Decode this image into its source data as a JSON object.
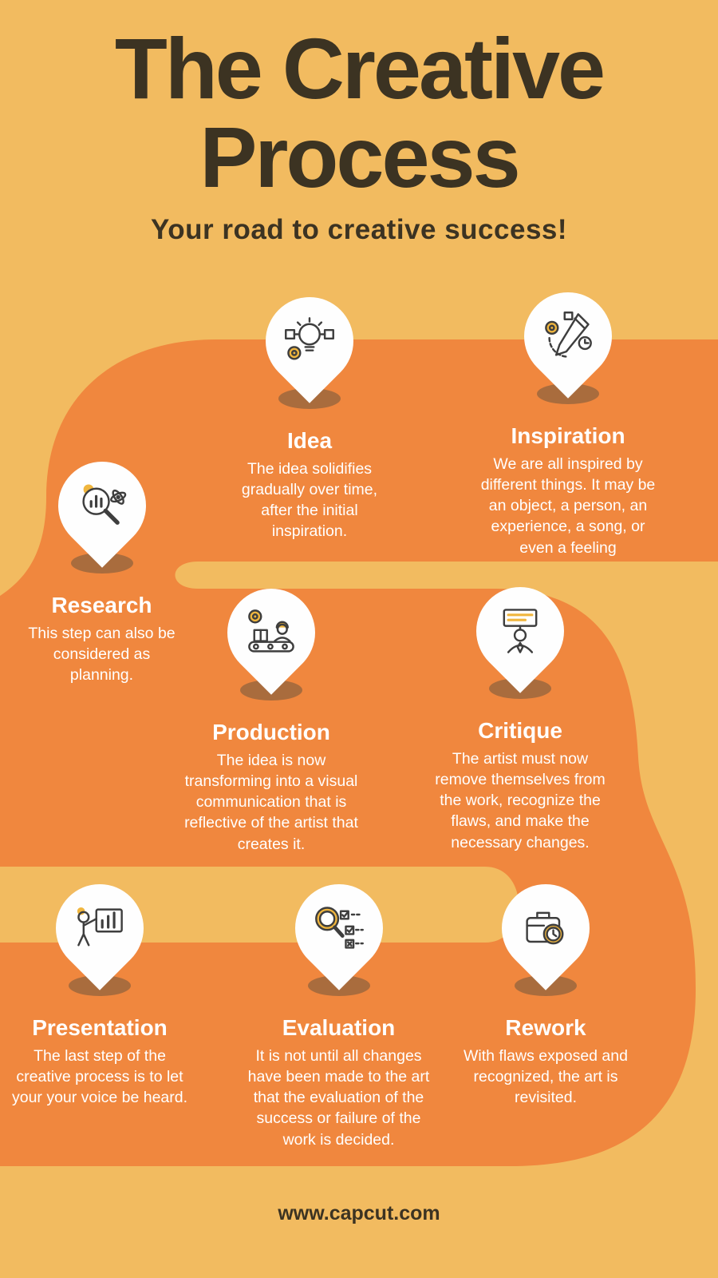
{
  "header": {
    "line1": "The Creative",
    "line2": "Process",
    "subtitle": "Your road to creative success!"
  },
  "footer": "www.capcut.com",
  "colors": {
    "background": "#F2BB60",
    "road": "#F0873E",
    "pin": "#FEFEFE",
    "pin_shadow": "#A96C3D",
    "heading_text": "#3C3322",
    "step_text": "#FFFFFF",
    "icon_accent": "#F0B63E",
    "icon_stroke": "#3E3E3E"
  },
  "steps": [
    {
      "title": "Idea",
      "icon": "idea-icon",
      "body": "The idea solidifies gradually over time, after the initial inspiration."
    },
    {
      "title": "Inspiration",
      "icon": "inspiration-icon",
      "body": "We are all inspired by different things.  It may be an object, a person, an experience, a song, or even a feeling"
    },
    {
      "title": "Research",
      "icon": "research-icon",
      "body": "This step can also be considered as planning."
    },
    {
      "title": "Production",
      "icon": "production-icon",
      "body": "The idea is now transforming into a visual communication that is reflective of the artist that creates it."
    },
    {
      "title": "Critique",
      "icon": "critique-icon",
      "body": "The artist must now remove themselves from the work, recognize the flaws, and make the necessary changes."
    },
    {
      "title": "Presentation",
      "icon": "presentation-icon",
      "body": "The last step of the creative process is to let your your voice be heard."
    },
    {
      "title": "Evaluation",
      "icon": "evaluation-icon",
      "body": "It is not until all changes have been made to the art that the evaluation of the success or failure of the work is decided."
    },
    {
      "title": "Rework",
      "icon": "rework-icon",
      "body": "With flaws exposed and recognized, the art is revisited."
    }
  ]
}
